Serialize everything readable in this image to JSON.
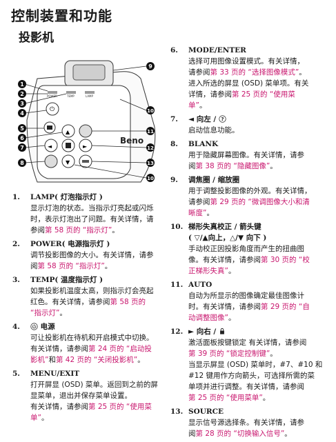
{
  "page": {
    "title": "控制装置和功能",
    "subtitle": "投影机"
  },
  "figure": {
    "callouts": [
      "1",
      "2",
      "3",
      "4",
      "5",
      "6",
      "7",
      "8",
      "9",
      "10",
      "11",
      "12",
      "13",
      "10"
    ],
    "indicator_labels": [
      "POWER",
      "TEMP",
      "LAMP"
    ],
    "brand_fragment": "Beno"
  },
  "items": [
    {
      "num": "1.",
      "title": "LAMP( 灯泡指示灯 )",
      "l1": "显示灯泡的状态。当指示灯亮起或闪烁",
      "l2": "时，表示灯泡出了问题。有关详情，请",
      "l3a": "参阅",
      "link": "第 58 页的 “指示灯”",
      "l3b": "。"
    },
    {
      "num": "2.",
      "title": "POWER( 电源指示灯 )",
      "l1": "调节投影图像的大小。有关详情，请参",
      "l2a": "阅",
      "link": "第 58 页的 “指示灯”",
      "l2b": "。"
    },
    {
      "num": "3.",
      "title": "TEMP( 温度指示灯 )",
      "l1": "如果投影机温度太高，则指示灯会亮起",
      "l2a": "红色。有关详情，请参阅",
      "link1": "第 58 页的",
      "link2": "“指示灯”",
      "l3b": "。"
    },
    {
      "num": "4.",
      "title": "电源",
      "icon": "power-icon",
      "l1": "可让投影机在待机和开启模式中切换。",
      "l2a": "有关详情，请参阅",
      "link1": "第 24 页的 “启动投",
      "link2": "影机”",
      "l3mid": "和",
      "link3": "第 42 页的 “关闭投影机”",
      "l3b": "。"
    },
    {
      "num": "5.",
      "title": "MENU/EXIT",
      "l1": "打开屏显 (OSD) 菜单。返回到之前的屏",
      "l2": "显菜单，退出并保存菜单设置。",
      "l3a": "有关详情，请参阅",
      "link1": "第 25 页的 “使用菜",
      "link2": "单”",
      "l4b": "。"
    },
    {
      "num": "6.",
      "title": "MODE/ENTER",
      "l1": "选择可用图像设置模式。有关详情，",
      "l2a": "请参阅",
      "link": "第 33 页的 “选择图像模式”",
      "l2b": "。",
      "l3": "进入所选的屏显 (OSD) 菜单项。有关",
      "l4a": "详情，请参阅",
      "link2a": "第 25 页的 “使用菜",
      "link2b": "单”",
      "l5b": "。"
    },
    {
      "num": "7.",
      "title": "◄ 向左 /",
      "icon": "help-icon",
      "l1": "启动信息功能。"
    },
    {
      "num": "8.",
      "title": "BLANK",
      "l1": "用于隐藏屏幕图像。有关详情，请参",
      "l2a": "阅",
      "link": "第 38 页的 “隐藏图像”",
      "l2b": "。"
    },
    {
      "num": "9.",
      "title": "调焦圈 / 缩放圈",
      "l1": "用于调整投影图像的外观。有关详情，",
      "l2a": "请参阅",
      "link1": "第 29 页的 “微调图像大小和清",
      "link2": "晰度”",
      "l3b": "。"
    },
    {
      "num": "10.",
      "title": "梯形失真校正 / 箭头键",
      "l1": "( ▽/▲向上，△/▼ 向下 )",
      "l2": "手动校正因投影角度而产生的扭曲图",
      "l3a": "像。有关详情，请参阅",
      "link1": "第 30 页的 “校",
      "link2": "正梯形失真”",
      "l4b": "。"
    },
    {
      "num": "11.",
      "title": "AUTO",
      "l1": "自动为所显示的图像确定最佳图像计",
      "l2a": "时。有关详情，请参阅",
      "link1": "第 29 页的 “自",
      "link2": "动调整图像”",
      "l3b": "。"
    },
    {
      "num": "12.",
      "title": "► 向右 /",
      "icon": "lock-icon",
      "l1": "激活面板按键锁定 有关详情，请参阅",
      "link": "第 39 页的 “锁定控制键”",
      "l2b": "。",
      "l3": "当显示屏显 (OSD) 菜单时，#7、#10 和",
      "l4": "#12 键用作方向箭头，可选择所需的菜",
      "l5": "单项并进行调整。有关详情，请参阅",
      "link2": "第 25 页的 “使用菜单”",
      "l6b": "。"
    },
    {
      "num": "13.",
      "title": "SOURCE",
      "l1": "显示信号源选择条。有关详情，请参",
      "l2a": "阅",
      "link": "第 28 页的 “切换输入信号”",
      "l2b": "。"
    }
  ],
  "colors": {
    "link": "#c8156d",
    "text": "#1a1a1a"
  }
}
